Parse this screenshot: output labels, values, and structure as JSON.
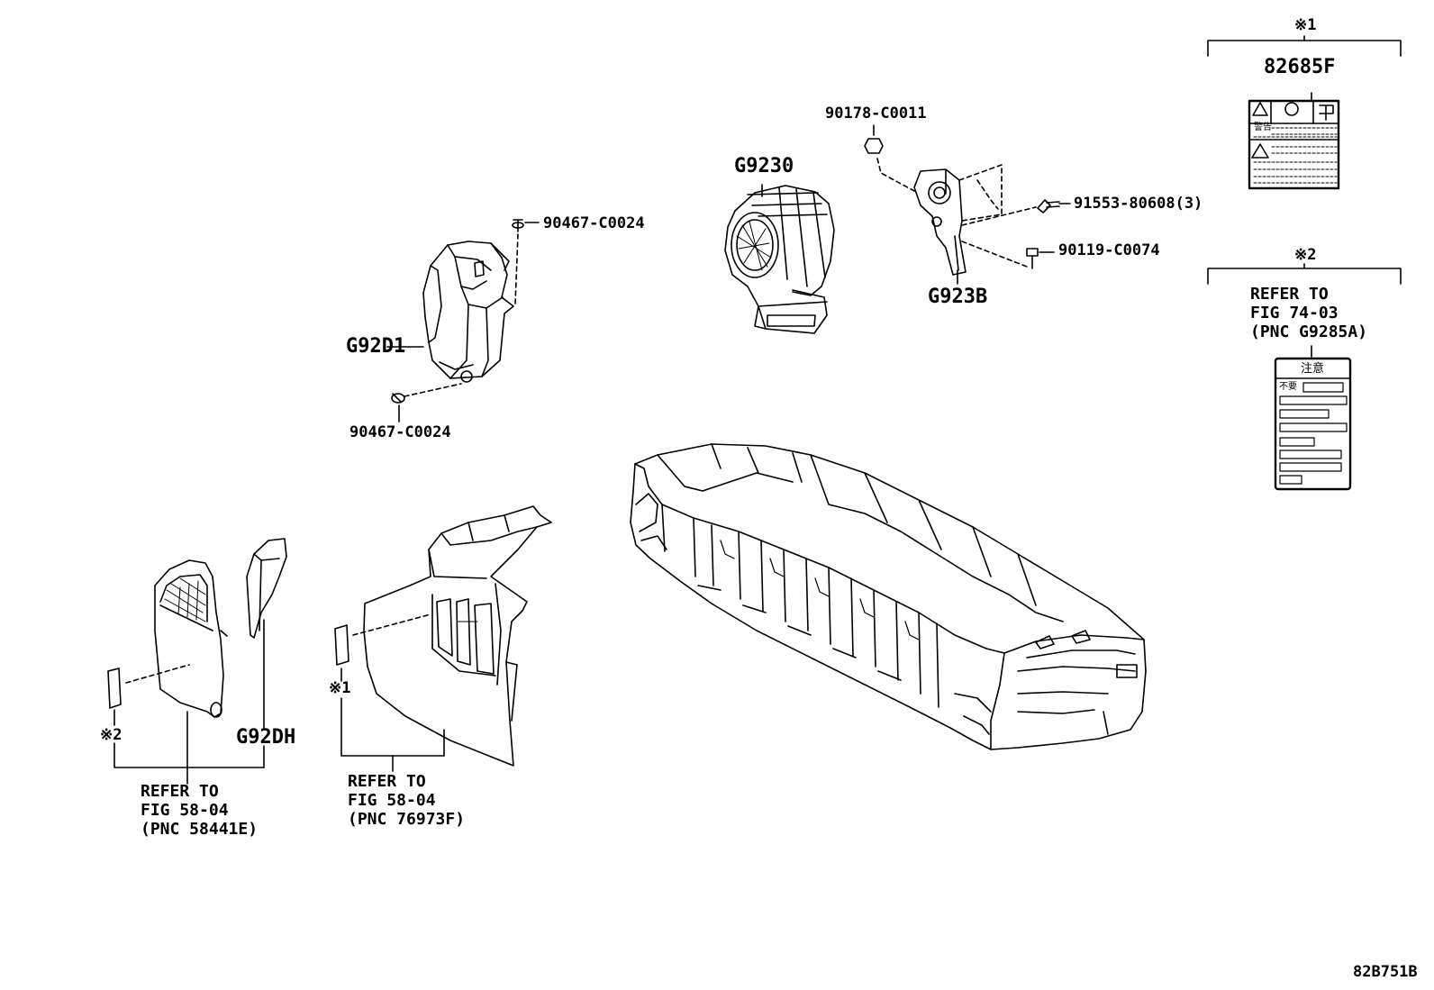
{
  "diagram": {
    "figure_code": "82B751B",
    "callouts": {
      "g92d1": "G92D1",
      "g9230": "G9230",
      "g923b": "G923B",
      "g92dh": "G92DH",
      "label_82685f": "82685F",
      "bolt_90467_top": "90467-C0024",
      "bolt_90467_bottom": "90467-C0024",
      "nut_90178": "90178-C0011",
      "bolt_91553": "91553-80608(3)",
      "bolt_90119": "90119-C0074"
    },
    "marks": {
      "note1_header": "※1",
      "note2_header": "※2",
      "note1_left": "※1",
      "note2_left": "※2"
    },
    "references": {
      "ref_right": "REFER TO\nFIG 74-03\n(PNC G9285A)",
      "ref_left": "REFER TO\nFIG 58-04\n(PNC 58441E)",
      "ref_middle": "REFER TO\nFIG 58-04\n(PNC 76973F)"
    },
    "label_texts": {
      "caution_small_1": "警告",
      "caution_header": "注意",
      "caution_small_2": "不要"
    }
  }
}
